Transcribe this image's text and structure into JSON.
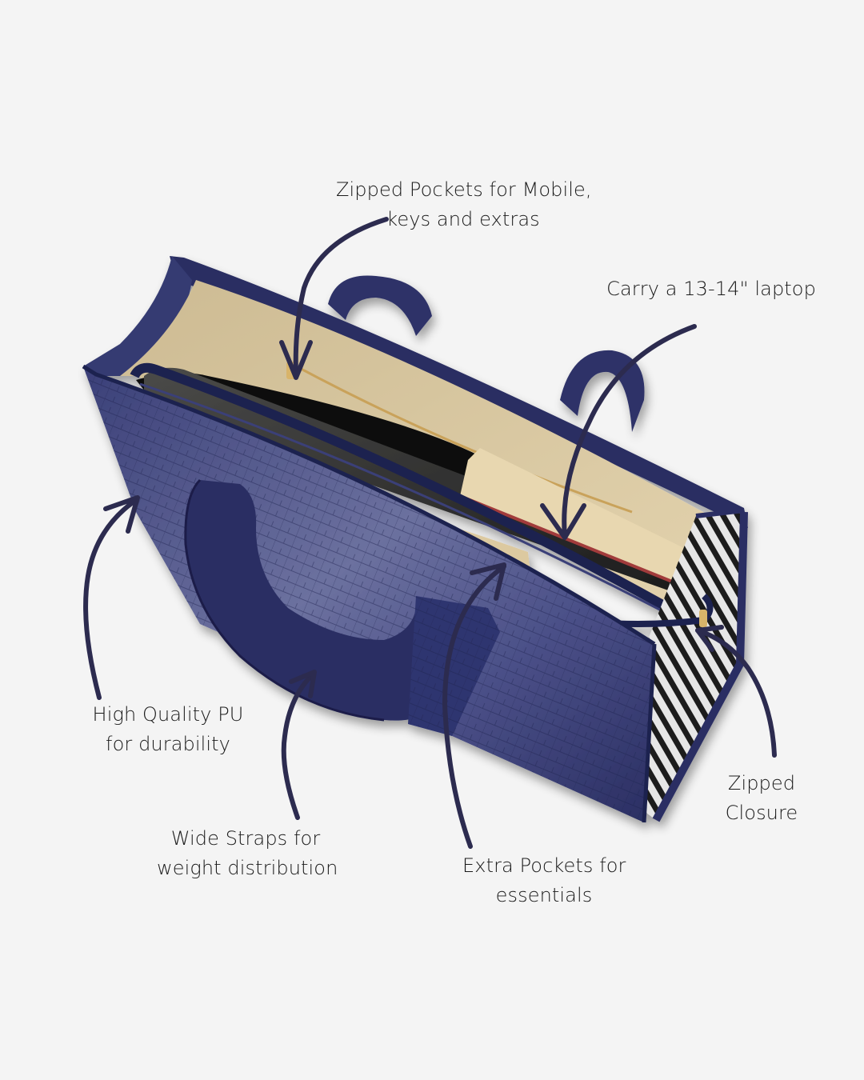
{
  "colors": {
    "background": "#f4f4f4",
    "arrow": "#2c2b4f",
    "bag_navy": "#2b2f63",
    "bag_navy_light": "#5a5f90",
    "lining_beige": "#d8c6a0",
    "laptop_dark": "#2a2a2a",
    "zebra_light": "#d9d9d9",
    "zipper_gold": "#c9a25a"
  },
  "product": {
    "name": "Navy croc-textured laptop tote bag",
    "icon": "tote-bag-illustration"
  },
  "callouts": [
    {
      "id": "zipped-pockets",
      "lines": [
        "Zipped Pockets for Mobile,",
        "keys and extras"
      ]
    },
    {
      "id": "laptop",
      "lines": [
        "Carry a 13-14\" laptop"
      ]
    },
    {
      "id": "pu",
      "lines": [
        "High Quality PU",
        "for durability"
      ]
    },
    {
      "id": "straps",
      "lines": [
        "Wide Straps for",
        "weight distribution"
      ]
    },
    {
      "id": "extra-pockets",
      "lines": [
        "Extra Pockets for",
        "essentials"
      ]
    },
    {
      "id": "zipped-closure",
      "lines": [
        "Zipped",
        "Closure"
      ]
    }
  ]
}
